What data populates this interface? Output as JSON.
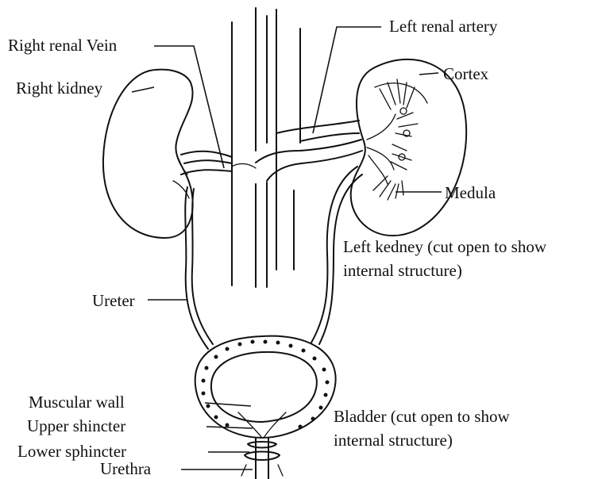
{
  "labels": {
    "right_renal_vein": "Right renal Vein",
    "right_kidney": "Right kidney",
    "left_renal_artery": "Left renal artery",
    "cortex": "Cortex",
    "medula": "Medula",
    "left_kidney_line1": "Left kedney (cut open to show",
    "left_kidney_line2": "internal structure)",
    "ureter": "Ureter",
    "muscular_wall": "Muscular wall",
    "upper_sphincter": "Upper shincter",
    "lower_sphincter": "Lower sphincter",
    "urethra": "Urethra",
    "bladder_line1": "Bladder (cut open to show",
    "bladder_line2": "internal structure)"
  },
  "colors": {
    "ink": "#111111",
    "background": "#ffffff"
  }
}
